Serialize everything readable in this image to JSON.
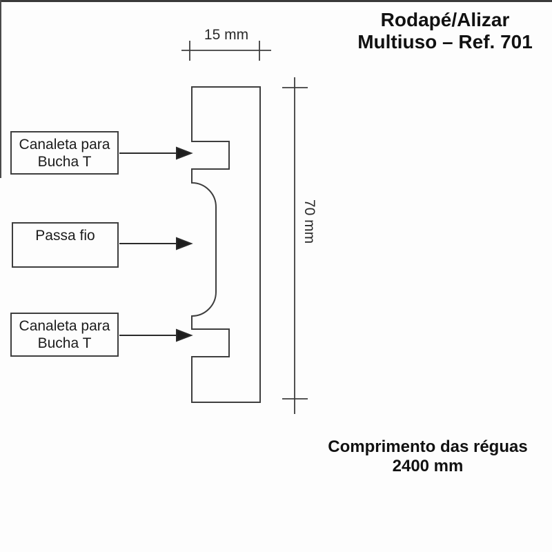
{
  "title": {
    "line1": "Rodapé/Alizar",
    "line2": "Multiuso – Ref. 701"
  },
  "dimensions": {
    "width": "15 mm",
    "height": "70 mm"
  },
  "callouts": [
    {
      "line1": "Canaleta para",
      "line2": "Bucha T"
    },
    {
      "line1": "Passa fio",
      "line2": ""
    },
    {
      "line1": "Canaleta para",
      "line2": "Bucha T"
    }
  ],
  "footer": {
    "line1": "Comprimento das réguas",
    "line2": "2400 mm"
  },
  "colors": {
    "line": "#3d3d3d",
    "text": "#111111",
    "background": "#fdfdfd"
  }
}
